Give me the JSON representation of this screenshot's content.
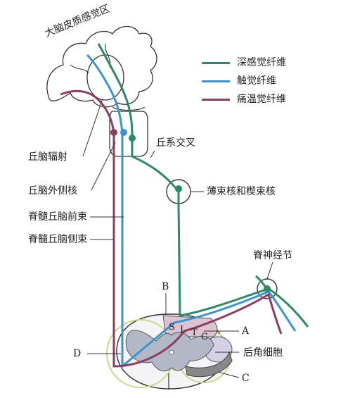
{
  "labels": {
    "cortex": "大脑皮质感觉区",
    "thalamic_radiation": "丘脑辐射",
    "thalamic_lateral_nucleus": "丘脑外侧核",
    "anterior_spinothalamic_tract": "脊髓丘脑前束",
    "lateral_spinothalamic_tract": "脊髓丘脑侧束",
    "medial_lemniscus": "丘系交叉",
    "gracile_cuneate_nuclei": "薄束核和楔束核",
    "spinal_ganglion": "脊神经节",
    "dorsal_horn_cells": "后角细胞",
    "A": "A",
    "B": "B",
    "C": "C",
    "D": "D",
    "S": "S",
    "L": "L",
    "T": "T",
    "C2": "C"
  },
  "legend": [
    {
      "label": "深感觉纤维",
      "color": "#2e8a63"
    },
    {
      "label": "触觉纤维",
      "color": "#3a94d4"
    },
    {
      "label": "痛温觉纤维",
      "color": "#8c3d63"
    }
  ],
  "colors": {
    "deep": "#2e8a63",
    "touch": "#3a94d4",
    "pain": "#8c3d63",
    "grey_matter": "#b4b8c6",
    "zone_yellow": "#c8d98a",
    "zone_pink": "#dcc3cf",
    "zone_lavender": "#d6d0e6"
  }
}
